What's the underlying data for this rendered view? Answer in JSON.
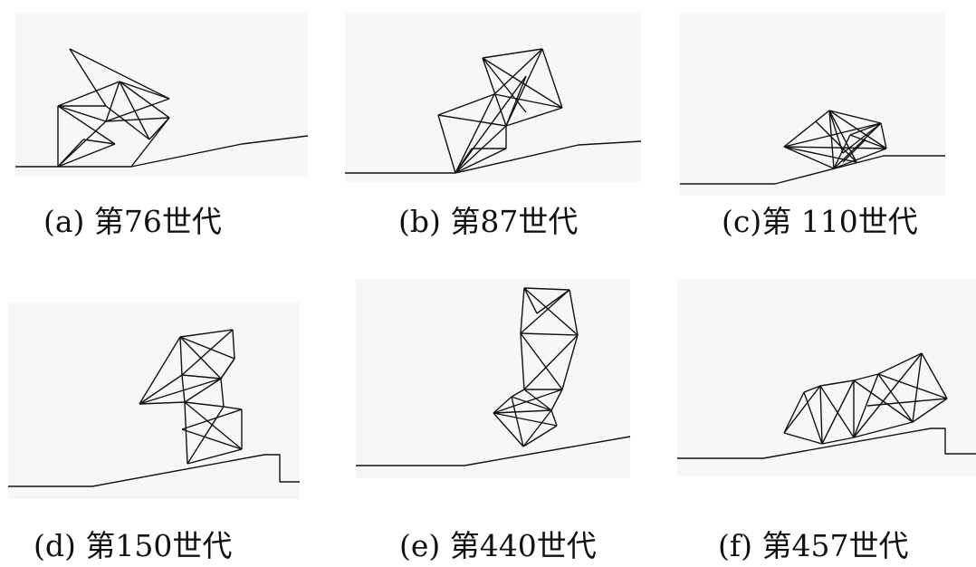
{
  "figure": {
    "captions": [
      "(a) 第76世代",
      "(b) 第87世代",
      "(c)第 110世代",
      "(d) 第150世代",
      "(e) 第440世代",
      "(f) 第457世代"
    ]
  }
}
